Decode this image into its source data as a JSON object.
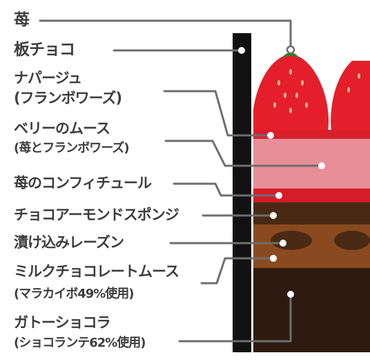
{
  "labels": {
    "strawberry": "苺",
    "chocolate_plate": "板チョコ",
    "napage_1": "ナパージュ",
    "napage_2": "(フランボワーズ)",
    "berry_mousse_1": "ベリーのムース",
    "berry_mousse_2": "(苺とフランボワーズ)",
    "confiture": "苺のコンフィチュール",
    "sponge": "チョコアーモンドスポンジ",
    "raisin": "漬け込みレーズン",
    "milk_mousse_1": "ミルクチョコレートムース",
    "milk_mousse_2": "(マラカイボ49%使用)",
    "gateau_1": "ガトーショコラ",
    "gateau_2": "(ショコランテ62%使用)"
  },
  "colors": {
    "text": "#3d3d3d",
    "leader": "#6e6e6e",
    "chocolate_plate": "#111111",
    "strawberry": "#e41f2b",
    "napage": "#d81f2b",
    "berry_mousse": "#e88e97",
    "confiture": "#d51c2a",
    "sponge": "#4a2914",
    "milk_mousse": "#8a4a1f",
    "raisin": "#4a2a14",
    "gateau": "#2d1a10"
  }
}
